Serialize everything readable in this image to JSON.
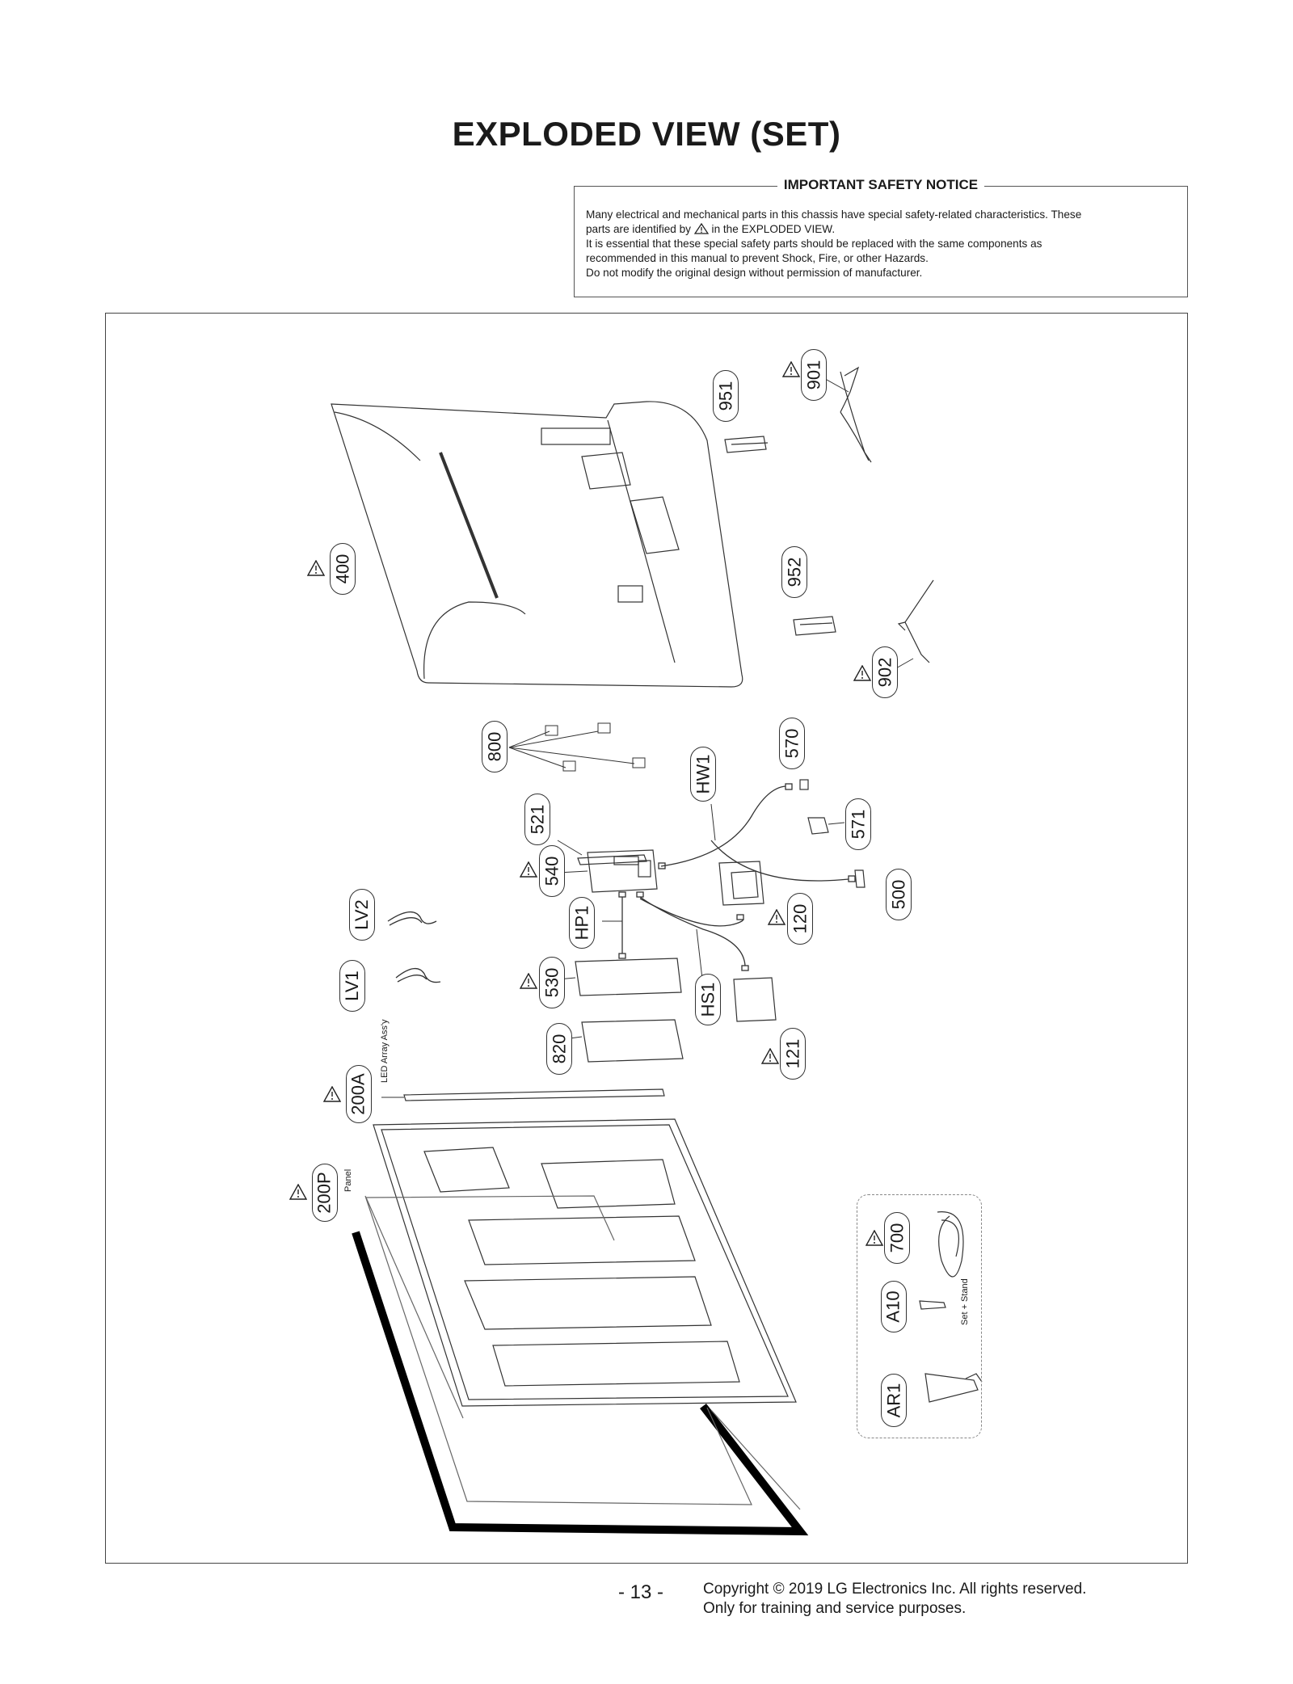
{
  "page": {
    "title": "EXPLODED VIEW (SET)"
  },
  "notice": {
    "title": "IMPORTANT SAFETY NOTICE",
    "line1": "Many electrical and mechanical parts in this chassis have special safety-related characteristics. These",
    "line2a": "parts are identified by",
    "line2b": "in the EXPLODED VIEW.",
    "line3": "It is essential that these special safety parts should be replaced with the same components as",
    "line4": "recommended in this manual to prevent Shock, Fire, or other Hazards.",
    "line5": "Do not modify the original design without permission of manufacturer."
  },
  "parts": {
    "p951": "951",
    "p901": "901",
    "p400": "400",
    "p952": "952",
    "p902": "902",
    "p800": "800",
    "p570": "570",
    "pHW1": "HW1",
    "p521": "521",
    "p571": "571",
    "p540": "540",
    "p500": "500",
    "pLV2": "LV2",
    "pHP1": "HP1",
    "p120": "120",
    "pLV1": "LV1",
    "p530": "530",
    "pHS1": "HS1",
    "p820": "820",
    "p121": "121",
    "p200A": "200A",
    "p200P": "200P",
    "p700": "700",
    "pA10": "A10",
    "pAR1": "AR1"
  },
  "annotations": {
    "led_array": "LED Array Ass'y",
    "panel": "Panel",
    "set_stand": "Set + Stand"
  },
  "footer": {
    "page_number": "- 13 -",
    "copyright": "Copyright © 2019 LG Electronics Inc. All rights reserved.",
    "usage": "Only for training and service purposes."
  },
  "colors": {
    "line": "#333333",
    "frame": "#444444"
  }
}
